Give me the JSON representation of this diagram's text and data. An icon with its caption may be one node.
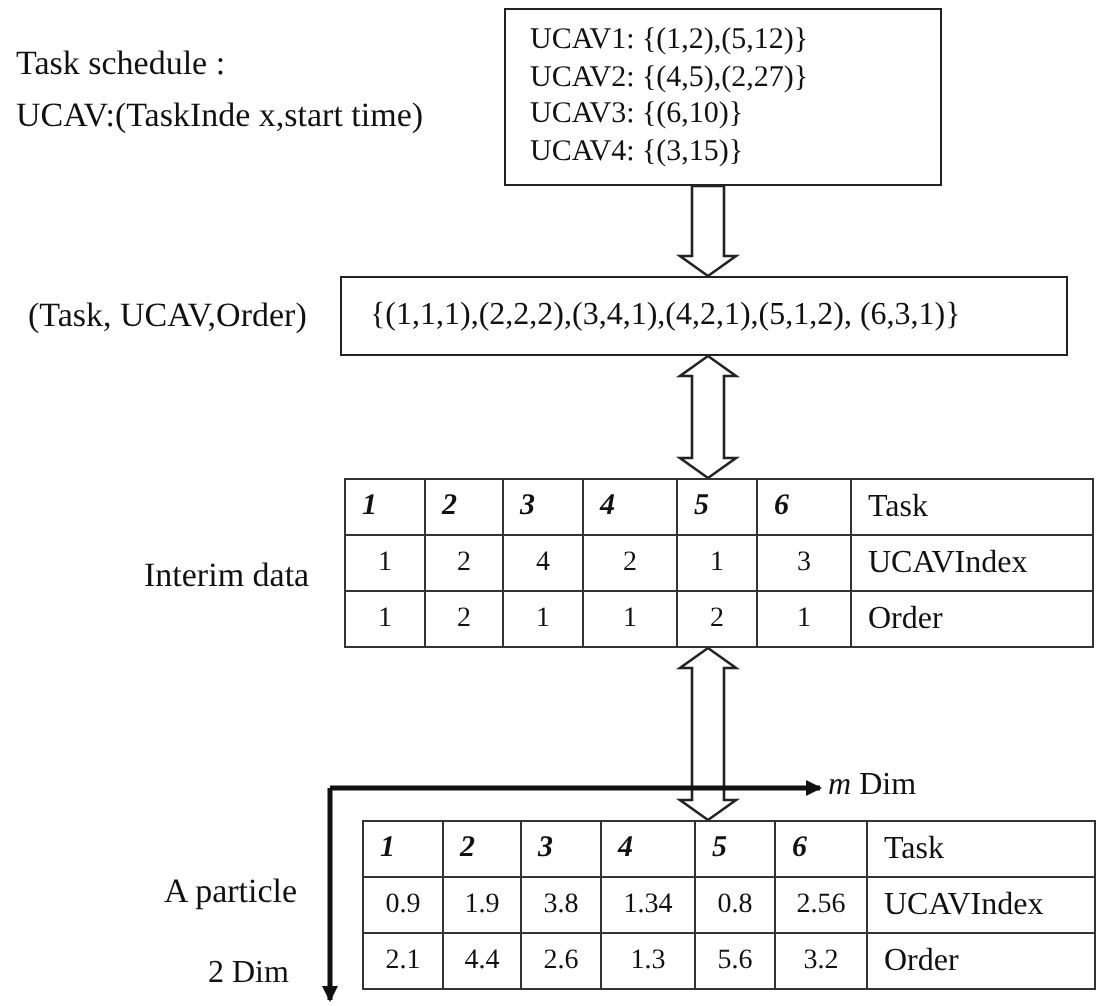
{
  "diagram": {
    "nodes": [
      {
        "text": [
          "UCAV1: {(1,2),(5,12)}",
          "UCAV2: {(4,5),(2,27)}",
          "UCAV3: {(6,10)}",
          "UCAV4: {(3,15)}"
        ],
        "beside": [
          "Task schedule :",
          "UCAV:(TaskInde x,start time)"
        ]
      },
      {
        "text": [
          "{(1,1,1),(2,2,2),(3,4,1),(4,2,1),(5,1,2), (6,3,1)}"
        ],
        "beside": [
          "(Task, UCAV,Order)"
        ]
      },
      {
        "text": [
          "1",
          "2",
          "3",
          "4",
          "5",
          "6",
          "Task",
          "1",
          "2",
          "4",
          "2",
          "1",
          "3",
          "UCAVIndex",
          "1",
          "2",
          "1",
          "1",
          "2",
          "1",
          "Order"
        ],
        "beside": [
          "Interim data"
        ]
      },
      {
        "text": [
          "1",
          "2",
          "3",
          "4",
          "5",
          "6",
          "Task",
          "0.9",
          "1.9",
          "3.8",
          "1.34",
          "0.8",
          "2.56",
          "UCAVIndex",
          "2.1",
          "4.4",
          "2.6",
          "1.3",
          "5.6",
          "3.2",
          "Order"
        ],
        "beside": [
          "A particle"
        ]
      }
    ],
    "edges": [
      {
        "from": 0,
        "to": 1,
        "arrow": "to"
      },
      {
        "from": 1,
        "to": 2,
        "arrow": "both"
      },
      {
        "from": 2,
        "to": 3,
        "arrow": "both"
      }
    ],
    "labels": [
      "*m* Dim",
      "2 Dim"
    ]
  }
}
